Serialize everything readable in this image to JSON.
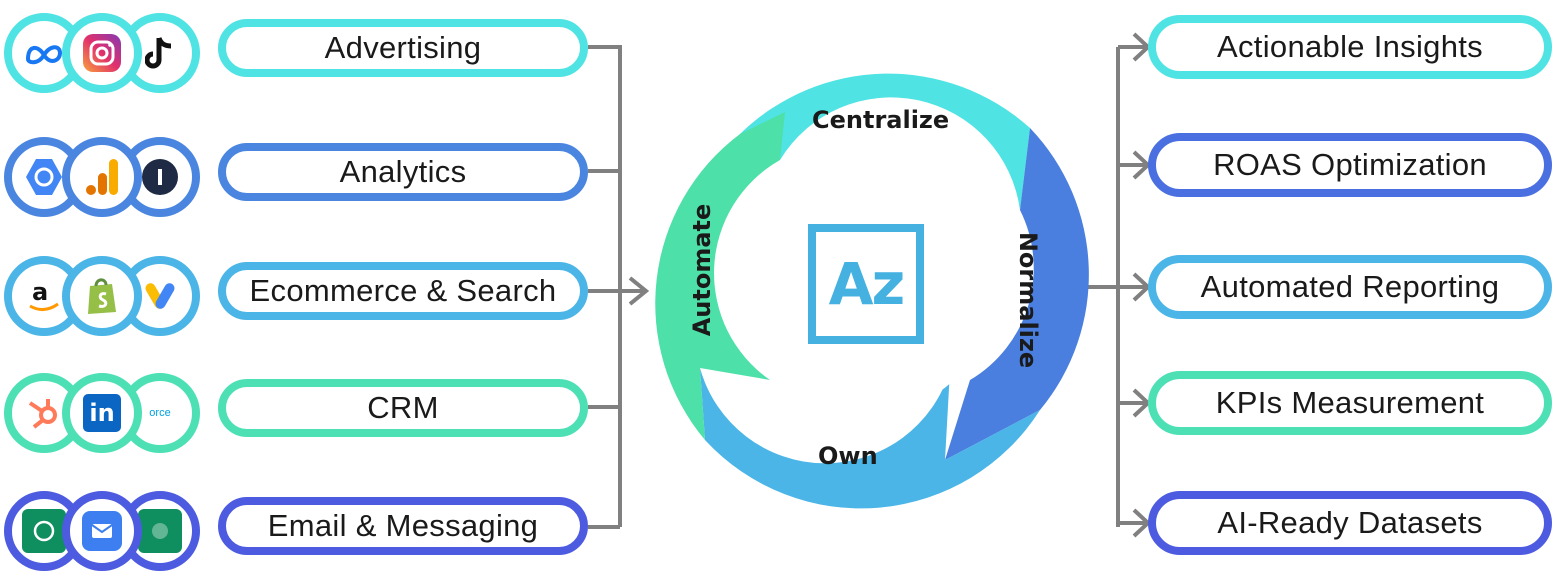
{
  "sources": [
    {
      "label": "Advertising",
      "color": "#4fe3e3",
      "icons": [
        "meta-icon",
        "instagram-icon",
        "tiktok-icon"
      ]
    },
    {
      "label": "Analytics",
      "color": "#4a86e0",
      "icons": [
        "looker-icon",
        "google-analytics-icon",
        "amplitude-icon"
      ]
    },
    {
      "label": "Ecommerce & Search",
      "color": "#4ab5e6",
      "icons": [
        "amazon-icon",
        "shopify-icon",
        "google-ads-icon"
      ]
    },
    {
      "label": "CRM",
      "color": "#4de0b5",
      "icons": [
        "hubspot-icon",
        "linkedin-icon",
        "salesforce-icon"
      ]
    },
    {
      "label": "Email & Messaging",
      "color": "#4d5be0",
      "icons": [
        "whatsapp-icon",
        "email-icon",
        "messenger-icon"
      ]
    }
  ],
  "icon_texts": {
    "linkedin": "in",
    "salesforce": "orce"
  },
  "cycle": {
    "top": "Centralize",
    "right": "Normalize",
    "bottom": "Own",
    "left": "Automate",
    "logo": "Az",
    "colors": {
      "top": "#4fe3e3",
      "right": "#4a7fe0",
      "bottom": "#4ab5e6",
      "left": "#4de0a8"
    }
  },
  "outputs": [
    {
      "label": "Actionable Insights",
      "color": "#4fe3e3"
    },
    {
      "label": "ROAS Optimization",
      "color": "#4a6fe0"
    },
    {
      "label": "Automated Reporting",
      "color": "#4ab5e6"
    },
    {
      "label": "KPIs Measurement",
      "color": "#4de0b5"
    },
    {
      "label": "AI-Ready Datasets",
      "color": "#4d5be0"
    }
  ],
  "connector_color": "#808080"
}
